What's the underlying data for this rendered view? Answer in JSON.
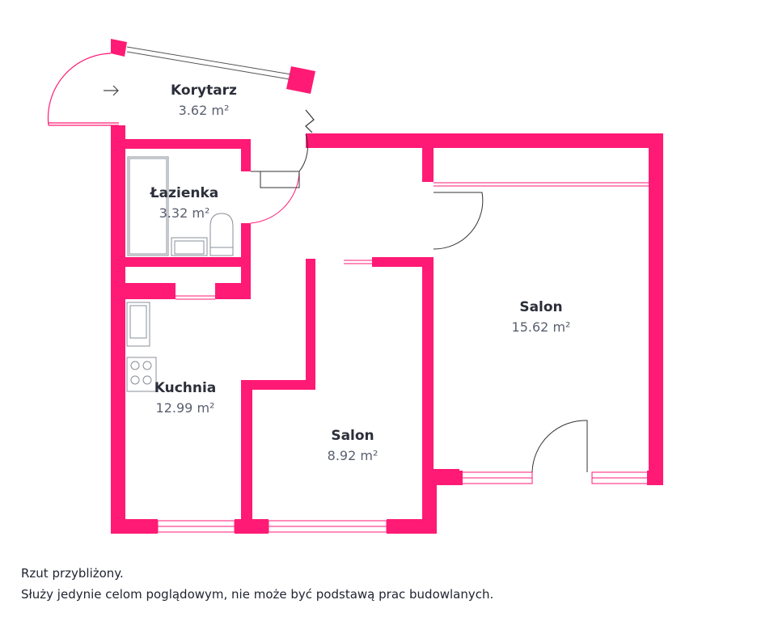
{
  "colors": {
    "wall": "#ff1a75",
    "fixture": "#8a8f98",
    "text": "#2b2f3a",
    "area_text": "#5b6070"
  },
  "rooms": [
    {
      "name": "Korytarz",
      "area": "3.62 m²"
    },
    {
      "name": "Łazienka",
      "area": "3.32 m²"
    },
    {
      "name": "Kuchnia",
      "area": "12.99 m²"
    },
    {
      "name": "Salon",
      "area": "8.92 m²"
    },
    {
      "name": "Salon",
      "area": "15.62 m²"
    }
  ],
  "notes": {
    "line1": "Rzut przybliżony.",
    "line2": "Służy jedynie celom poglądowym, nie może być podstawą prac budowlanych."
  },
  "icons": {
    "entrance": "arrow-right-icon",
    "stove": "stove-icon",
    "sink": "sink-icon",
    "toilet": "toilet-icon",
    "bathtub": "bathtub-icon"
  }
}
